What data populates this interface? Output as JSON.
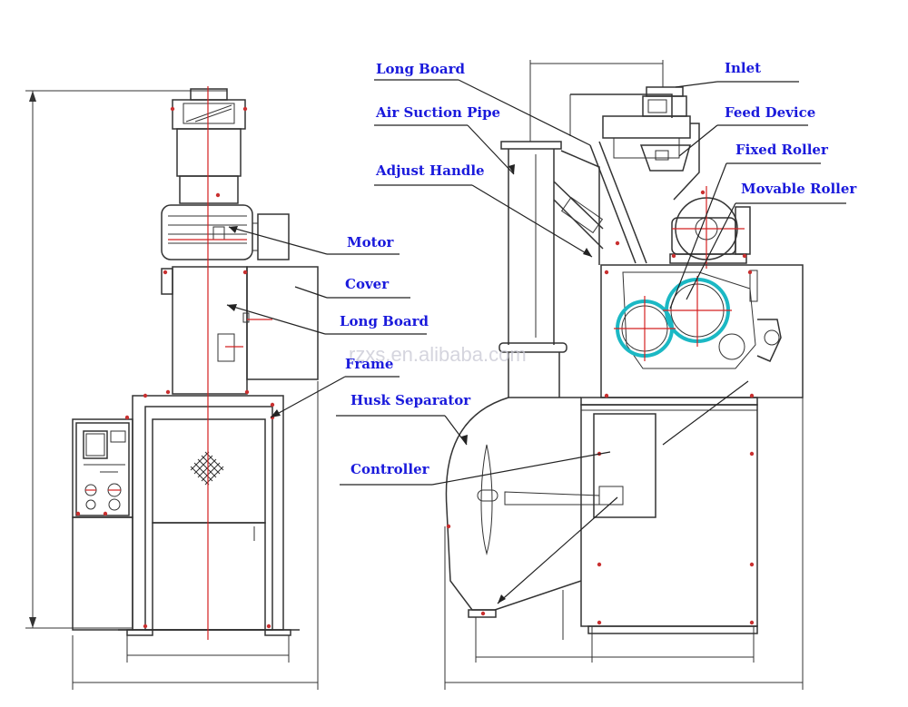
{
  "labels": {
    "motor": "Motor",
    "cover": "Cover",
    "long_board_left": "Long Board",
    "frame": "Frame",
    "long_board_right": "Long Board",
    "air_suction_pipe": "Air Suction Pipe",
    "adjust_handle": "Adjust Handle",
    "husk_separator": "Husk Separator",
    "controller": "Controller",
    "inlet": "Inlet",
    "feed_device": "Feed Device",
    "fixed_roller": "Fixed Roller",
    "movable_roller": "Movable Roller"
  },
  "watermark": "rzxs.en.alibaba.com",
  "colors": {
    "label": "#1a1adc",
    "centerline": "#d42020",
    "roller": "#1bb8c4",
    "drawing": "#333333"
  }
}
